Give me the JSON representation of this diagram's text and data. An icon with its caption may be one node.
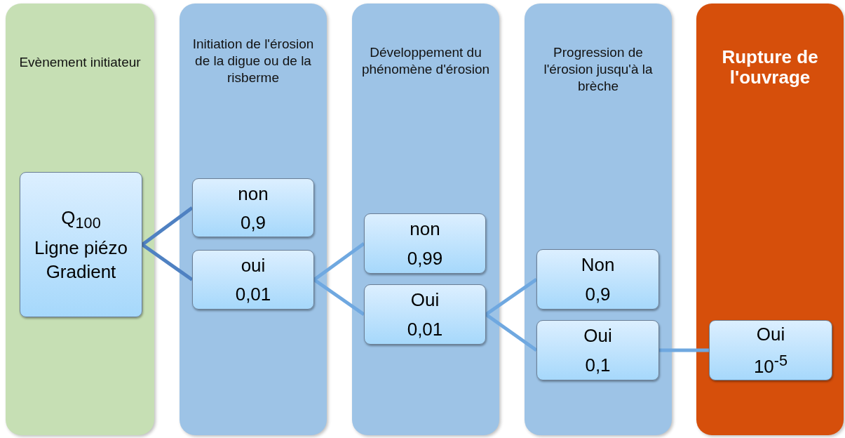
{
  "diagram": {
    "nodes": [
      {
        "text": [
          "Evènement initiateur"
        ]
      },
      {
        "text": [
          "Q$_{100}$",
          "Ligne piézo",
          "Gradient"
        ],
        "in": 0
      },
      {
        "text": [
          "Initiation de l'érosion de la digue ou de la risberme"
        ]
      },
      {
        "text": [
          "non",
          "0,9"
        ],
        "in": 2
      },
      {
        "text": [
          "oui",
          "0,01"
        ],
        "in": 2
      },
      {
        "text": [
          "Développement du phénomène d'érosion"
        ]
      },
      {
        "text": [
          "non",
          "0,99"
        ],
        "in": 5
      },
      {
        "text": [
          "Oui",
          "0,01"
        ],
        "in": 5
      },
      {
        "text": [
          "Progression de l'érosion jusqu'à la brèche"
        ]
      },
      {
        "text": [
          "Non",
          "0,9"
        ],
        "in": 8
      },
      {
        "text": [
          "Oui",
          "0,1"
        ],
        "in": 8
      },
      {
        "text": [
          "Rupture de l'ouvrage"
        ]
      },
      {
        "text": [
          "Oui",
          "10$^{-5}$"
        ],
        "in": 11
      }
    ],
    "edges": [
      {
        "from": 1,
        "to": 3,
        "arrow": "none",
        "color": "#4f81c2"
      },
      {
        "from": 1,
        "to": 4,
        "arrow": "none",
        "color": "#4f81c2"
      },
      {
        "from": 4,
        "to": 6,
        "arrow": "none"
      },
      {
        "from": 4,
        "to": 7,
        "arrow": "none"
      },
      {
        "from": 7,
        "to": 9,
        "arrow": "none"
      },
      {
        "from": 7,
        "to": 10,
        "arrow": "none"
      },
      {
        "from": 10,
        "to": 12,
        "arrow": "none"
      }
    ]
  }
}
